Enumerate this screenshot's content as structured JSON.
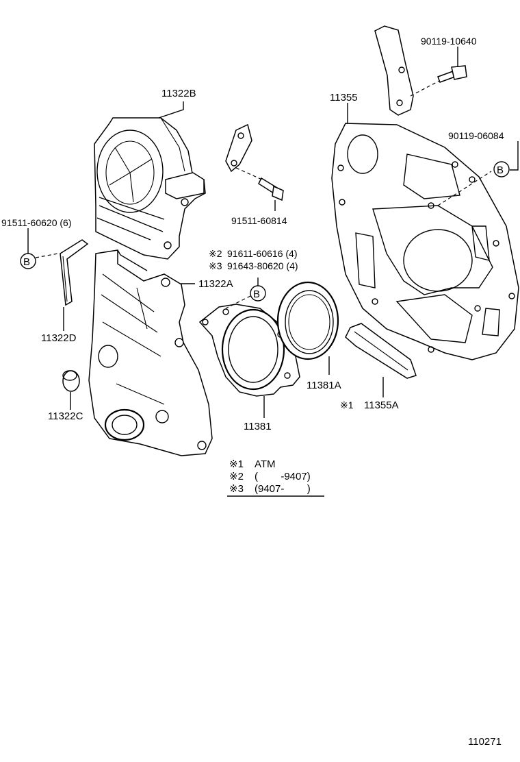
{
  "parts": {
    "p11322B": "11322B",
    "p11355": "11355",
    "p90119_10640": "90119-10640",
    "p90119_06084": "90119-06084",
    "p91511_60620": "91511-60620 (6)",
    "p91511_60814": "91511-60814",
    "p91611_60616": "91611-60616 (4)",
    "p91643_80620": "91643-80620 (4)",
    "p11322A": "11322A",
    "p11322D": "11322D",
    "p11381A": "11381A",
    "p11355A": "11355A",
    "p11322C": "11322C",
    "p11381": "11381"
  },
  "markers": {
    "ref_b": "B",
    "note2": "※2",
    "note3": "※3",
    "note1": "※1"
  },
  "legend": {
    "row1_mark": "※1",
    "row1_text": "ATM",
    "row2_mark": "※2",
    "row2_text": "(        -9407)",
    "row3_mark": "※3",
    "row3_text": "(9407-        )"
  },
  "diagram_code": "110271"
}
